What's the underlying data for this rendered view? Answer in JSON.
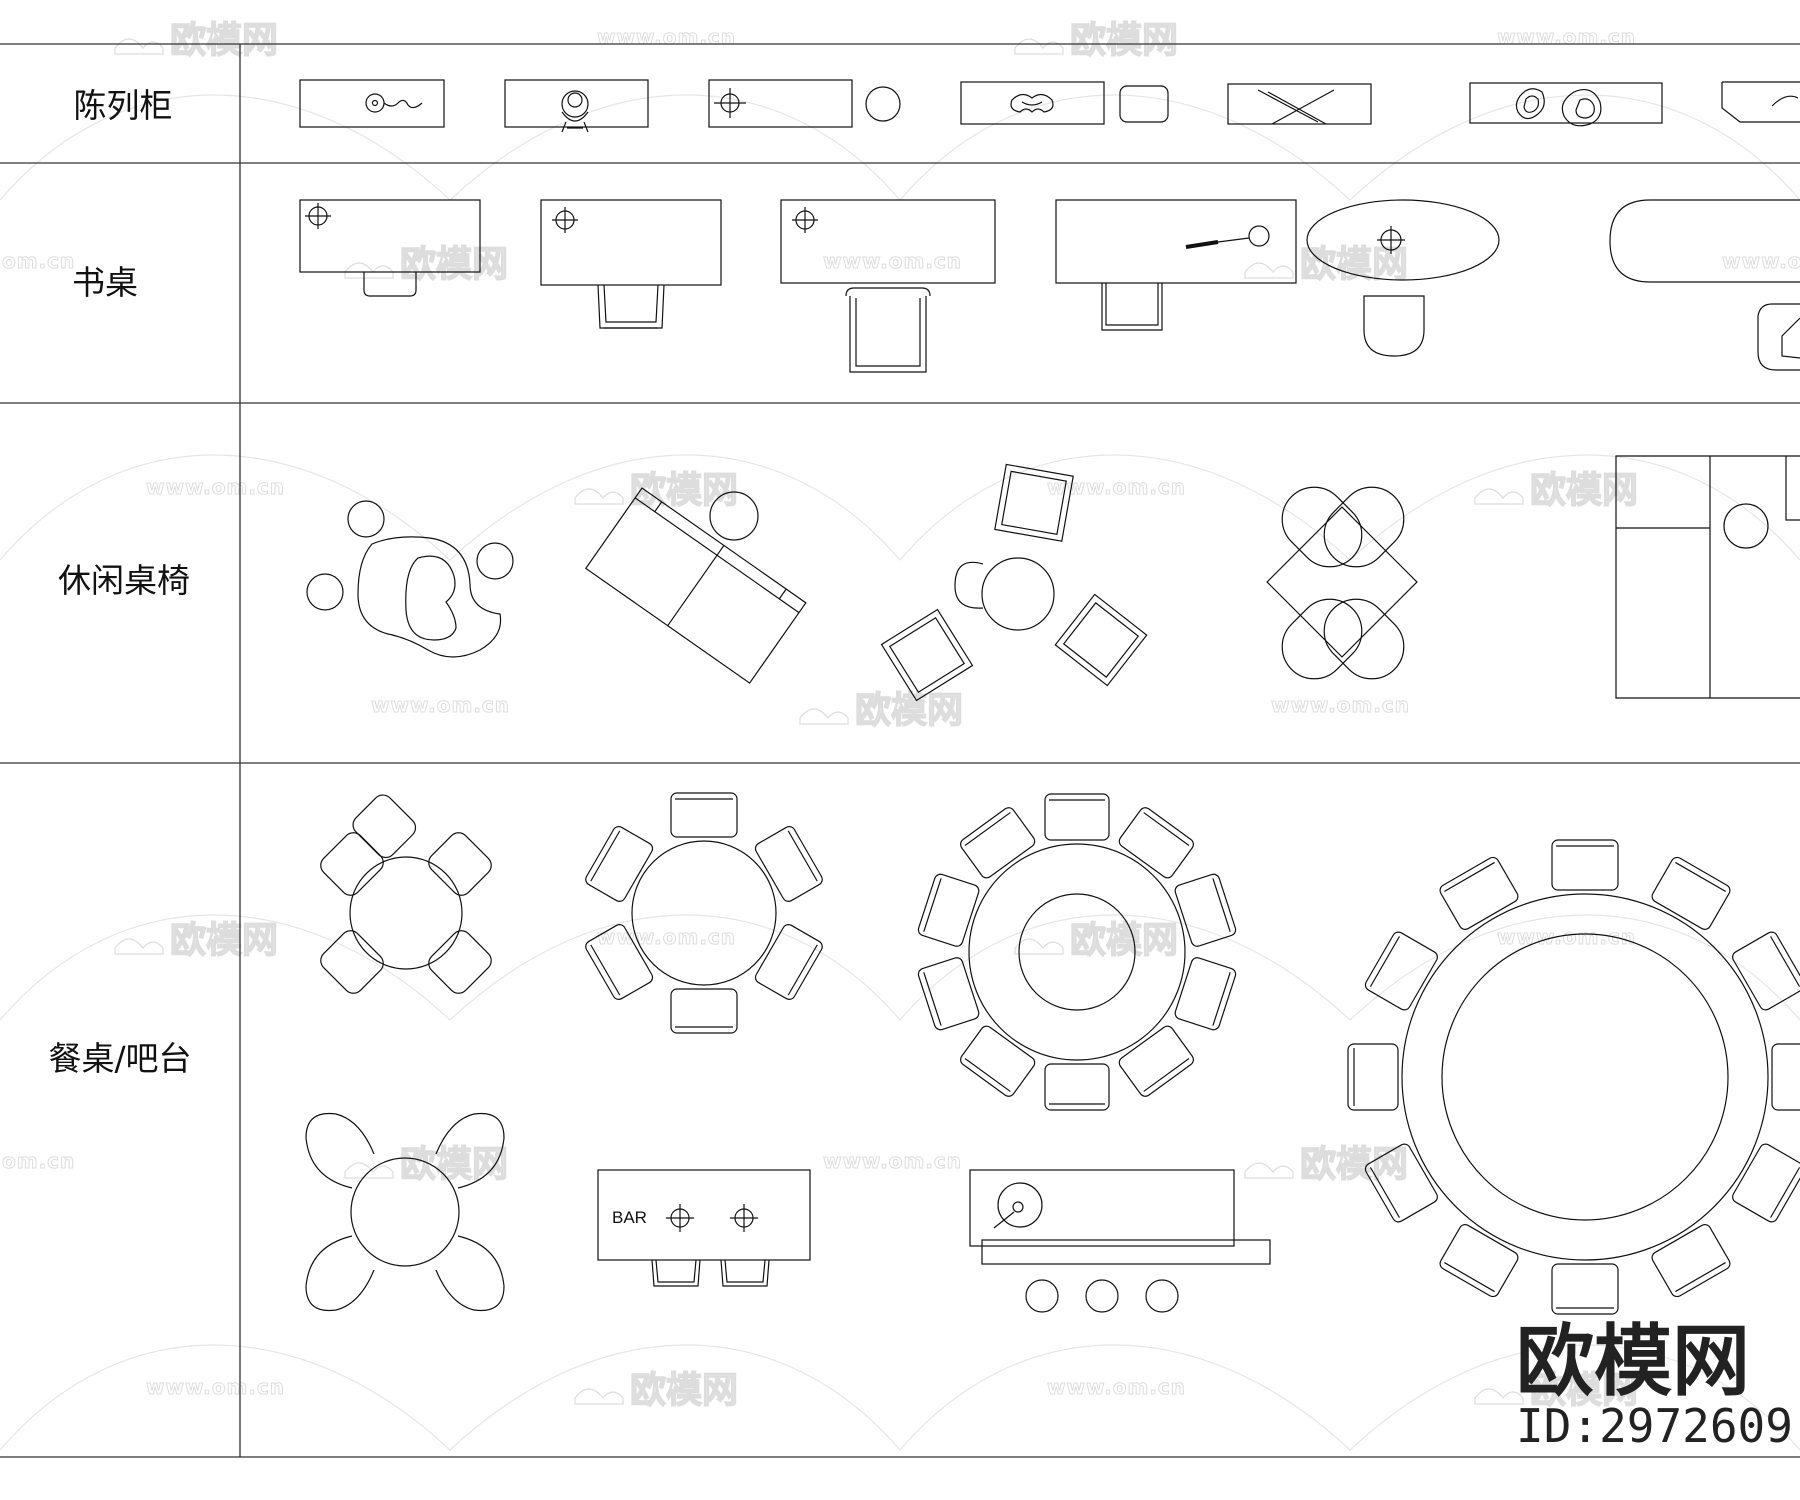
{
  "categories": [
    {
      "key": "display_cabinet",
      "label": "陈列柜"
    },
    {
      "key": "desk",
      "label": "书桌"
    },
    {
      "key": "leisure",
      "label": "休闲桌椅"
    },
    {
      "key": "dining",
      "label": "餐桌/吧台"
    }
  ],
  "bar_label": "BAR",
  "watermark": {
    "brand": "欧模网",
    "url": "www.om.cn",
    "url_partial": "om.cn"
  },
  "logo": {
    "brand": "欧模网",
    "id": "ID:2972609"
  },
  "colors": {
    "line": "#111111",
    "watermark": "#dddddd",
    "background": "#ffffff"
  }
}
